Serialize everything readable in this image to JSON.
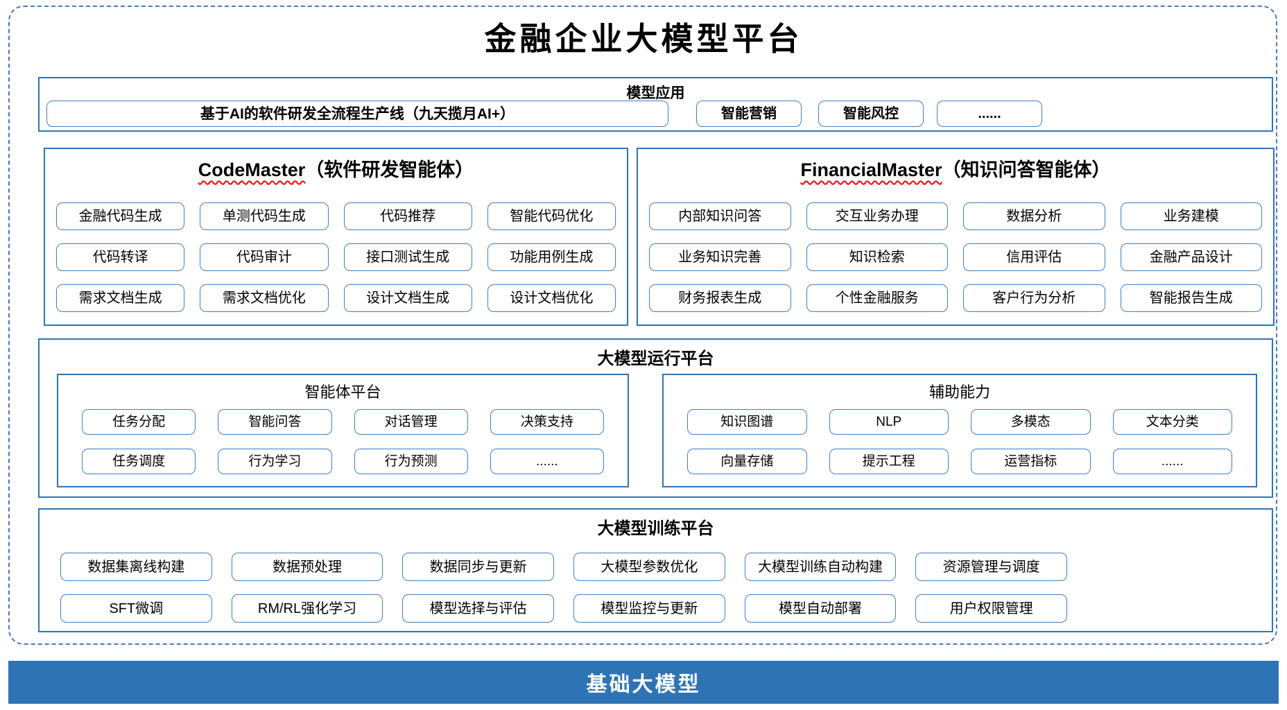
{
  "title": "金融企业大模型平台",
  "colors": {
    "section_border": "#2e74b5",
    "box_border": "#3f7dc3",
    "frame_dashed": "#4777c0",
    "foundation_bg": "#2e74b5",
    "foundation_text": "#ffffff",
    "wavy_underline": "#ff0000"
  },
  "model_app": {
    "header": "模型应用",
    "wide_item": "基于AI的软件研发全流程生产线（九天揽月AI+）",
    "items": [
      "智能营销",
      "智能风控",
      "......"
    ]
  },
  "agents": [
    {
      "name_en": "CodeMaster",
      "name_suffix": "（软件研发智能体）",
      "items": [
        "金融代码生成",
        "单测代码生成",
        "代码推荐",
        "智能代码优化",
        "代码转译",
        "代码审计",
        "接口测试生成",
        "功能用例生成",
        "需求文档生成",
        "需求文档优化",
        "设计文档生成",
        "设计文档优化"
      ]
    },
    {
      "name_en": "FinancialMaster",
      "name_suffix": "（知识问答智能体）",
      "items": [
        "内部知识问答",
        "交互业务办理",
        "数据分析",
        "业务建模",
        "业务知识完善",
        "知识检索",
        "信用评估",
        "金融产品设计",
        "财务报表生成",
        "个性金融服务",
        "客户行为分析",
        "智能报告生成"
      ]
    }
  ],
  "runtime": {
    "header": "大模型运行平台",
    "panels": [
      {
        "header": "智能体平台",
        "items": [
          "任务分配",
          "智能问答",
          "对话管理",
          "决策支持",
          "任务调度",
          "行为学习",
          "行为预测",
          "......"
        ]
      },
      {
        "header": "辅助能力",
        "items": [
          "知识图谱",
          "NLP",
          "多模态",
          "文本分类",
          "向量存储",
          "提示工程",
          "运营指标",
          "......"
        ]
      }
    ]
  },
  "training": {
    "header": "大模型训练平台",
    "items": [
      "数据集离线构建",
      "数据预处理",
      "数据同步与更新",
      "大模型参数优化",
      "大模型训练自动构建",
      "资源管理与调度",
      "SFT微调",
      "RM/RL强化学习",
      "模型选择与评估",
      "模型监控与更新",
      "模型自动部署",
      "用户权限管理"
    ]
  },
  "foundation": {
    "label": "基础大模型"
  }
}
